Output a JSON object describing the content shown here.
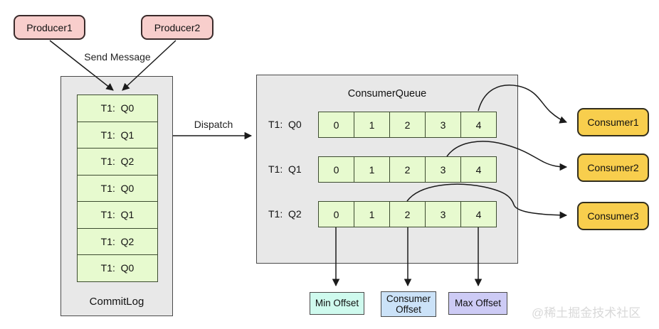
{
  "producers": [
    {
      "label": "Producer1"
    },
    {
      "label": "Producer2"
    }
  ],
  "labels": {
    "send_message": "Send Message",
    "dispatch": "Dispatch"
  },
  "commitlog": {
    "title": "CommitLog",
    "cells": [
      "T1:  Q0",
      "T1:  Q1",
      "T1:  Q2",
      "T1:  Q0",
      "T1:  Q1",
      "T1:  Q2",
      "T1:  Q0"
    ]
  },
  "consumer_queue": {
    "title": "ConsumerQueue",
    "rows": [
      {
        "label": "T1:  Q0",
        "cells": [
          "0",
          "1",
          "2",
          "3",
          "4"
        ]
      },
      {
        "label": "T1:  Q1",
        "cells": [
          "0",
          "1",
          "2",
          "3",
          "4"
        ]
      },
      {
        "label": "T1:  Q2",
        "cells": [
          "0",
          "1",
          "2",
          "3",
          "4"
        ]
      }
    ]
  },
  "consumers": [
    {
      "label": "Consumer1"
    },
    {
      "label": "Consumer2"
    },
    {
      "label": "Consumer3"
    }
  ],
  "offsets": {
    "min": "Min Offset",
    "consumer": "Consumer Offset",
    "max": "Max Offset"
  },
  "watermark": "@稀土掘金技术社区",
  "colors": {
    "producer_fill": "#F8CECC",
    "consumer_fill": "#F8CE4D",
    "queue_cell_fill": "#E7FACF",
    "container_fill": "#E8E8E8",
    "min_offset_fill": "#CFFAEE",
    "consumer_offset_fill": "#CBE2F8",
    "max_offset_fill": "#CDCBF5",
    "line_color": "#1a1a1a"
  }
}
